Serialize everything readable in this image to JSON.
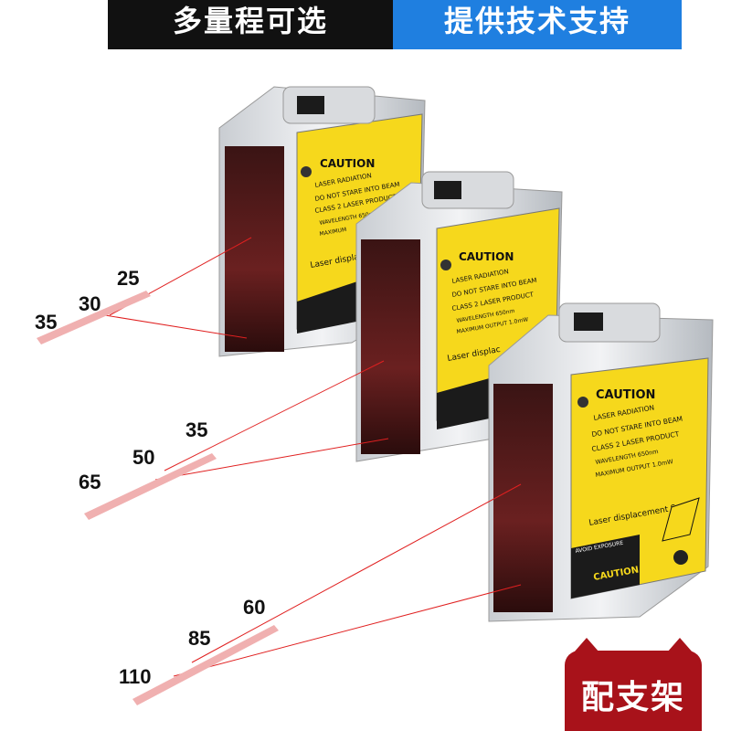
{
  "banner": {
    "left_text": "多量程可选",
    "right_text": "提供技术支持"
  },
  "sensors": [
    {
      "caution_title": "CAUTION",
      "lines": [
        "LASER RADIATION",
        "DO NOT STARE INTO BEAM",
        "CLASS 2 LASER PRODUCT",
        "WAVELENGTH 650nm",
        "MAXIMUM"
      ],
      "model_text": "Laser displac",
      "ranges": [
        "35",
        "30",
        "25"
      ]
    },
    {
      "caution_title": "CAUTION",
      "lines": [
        "LASER RADIATION",
        "DO NOT STARE INTO BEAM",
        "CLASS 2 LASER PRODUCT",
        "WAVELENGTH 650nm",
        "MAXIMUM OUTPUT 1.0mW"
      ],
      "model_text": "Laser displac",
      "ranges": [
        "65",
        "50",
        "35"
      ]
    },
    {
      "caution_title": "CAUTION",
      "lines": [
        "LASER RADIATION",
        "DO NOT STARE INTO BEAM",
        "CLASS 2 LASER PRODUCT",
        "WAVELENGTH 650nm",
        "MAXIMUM OUTPUT 1.0mW"
      ],
      "model_text": "Laser displacement Sensor",
      "bottom_caution": "CAUTION",
      "avoid_text": "AVOID EXPOSURE",
      "ranges": [
        "110",
        "85",
        "60"
      ]
    }
  ],
  "badge": {
    "text": "配支架"
  },
  "colors": {
    "banner_dark": "#111111",
    "banner_blue": "#1f7fe0",
    "label_yellow": "#f6d81c",
    "laser_red": "#e02020",
    "badge_red": "#a8121a"
  }
}
